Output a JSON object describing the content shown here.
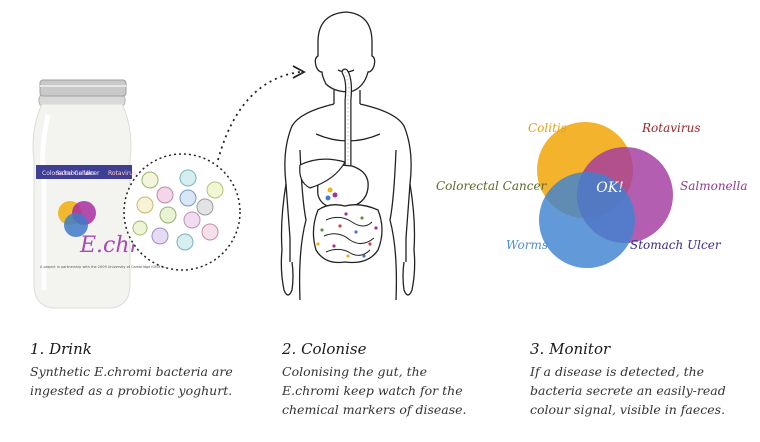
{
  "bottle": {
    "band_items": [
      "Colorectal Cancer",
      "Salmonella",
      "Ulcer",
      "Rotavirus"
    ],
    "brand": "E.chromi",
    "footer": "A project in partnership with the 2009 University of Cambridge iGEM team"
  },
  "venn": {
    "center": "OK!",
    "labels": [
      {
        "text": "Colitis",
        "color": "#e8a019"
      },
      {
        "text": "Rotavirus",
        "color": "#a32424"
      },
      {
        "text": "Colorectal Cancer",
        "color": "#5b6a2a"
      },
      {
        "text": "Salmonella",
        "color": "#8e3b92"
      },
      {
        "text": "Worms",
        "color": "#4b8fd0"
      },
      {
        "text": "Stomach Ulcer",
        "color": "#3a2a8c"
      }
    ]
  },
  "steps": [
    {
      "title": "1. Drink",
      "lines": [
        "Synthetic E.chromi bacteria are",
        "ingested as a probiotic yoghurt."
      ]
    },
    {
      "title": "2. Colonise",
      "lines": [
        "Colonising the gut, the",
        "E.chromi keep watch for the",
        "chemical markers of disease."
      ]
    },
    {
      "title": "3. Monitor",
      "lines": [
        "If a disease is detected, the",
        "bacteria secrete an easily-read",
        "colour signal, visible in faeces."
      ]
    }
  ]
}
